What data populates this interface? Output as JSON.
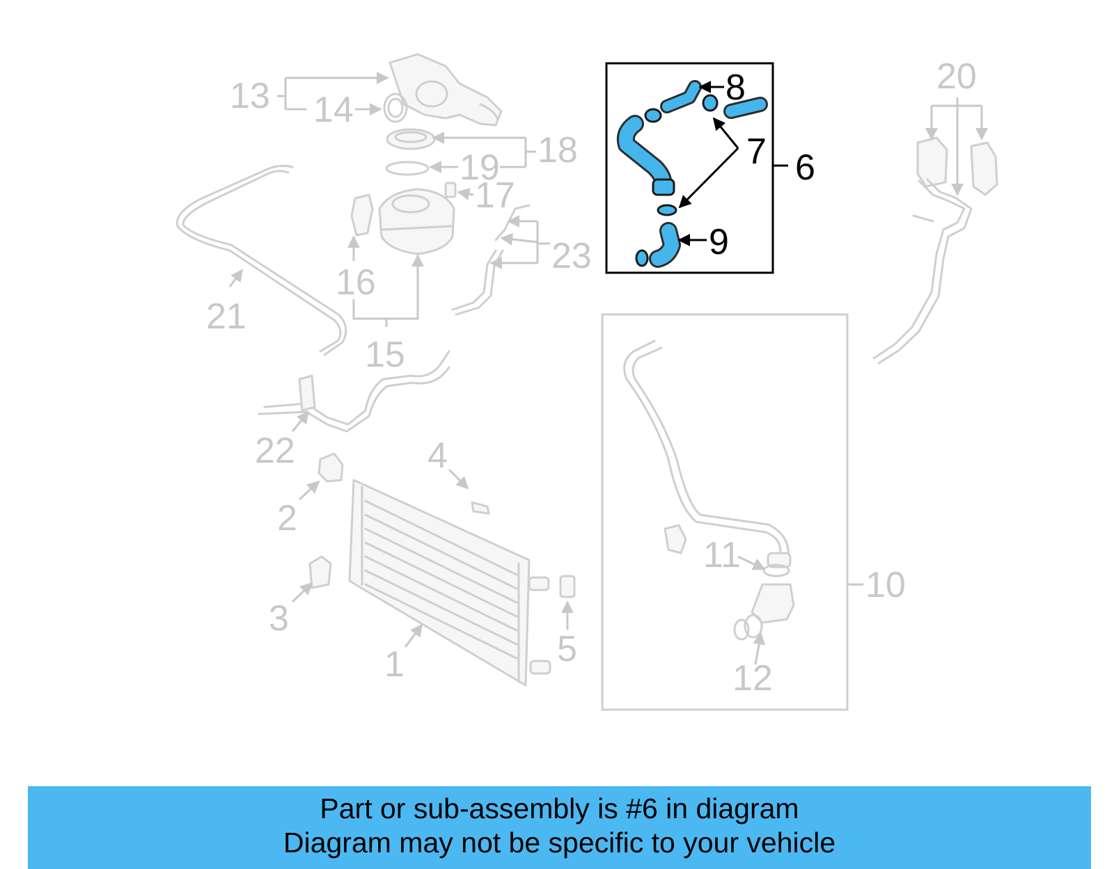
{
  "diagram": {
    "callouts": {
      "c1": "1",
      "c2": "2",
      "c3": "3",
      "c4": "4",
      "c5": "5",
      "c6": "6",
      "c7": "7",
      "c8": "8",
      "c9": "9",
      "c10": "10",
      "c11": "11",
      "c12": "12",
      "c13": "13",
      "c14": "14",
      "c15": "15",
      "c16": "16",
      "c17": "17",
      "c18": "18",
      "c19": "19",
      "c20": "20",
      "c21": "21",
      "c22": "22",
      "c23": "23"
    },
    "highlight_color": "#45b6ec",
    "faded_color": "#c8c8c8"
  },
  "footer": {
    "line1": "Part or sub-assembly is #6 in diagram",
    "line2": "Diagram may not be specific to your vehicle",
    "background": "#4cb8f2"
  }
}
